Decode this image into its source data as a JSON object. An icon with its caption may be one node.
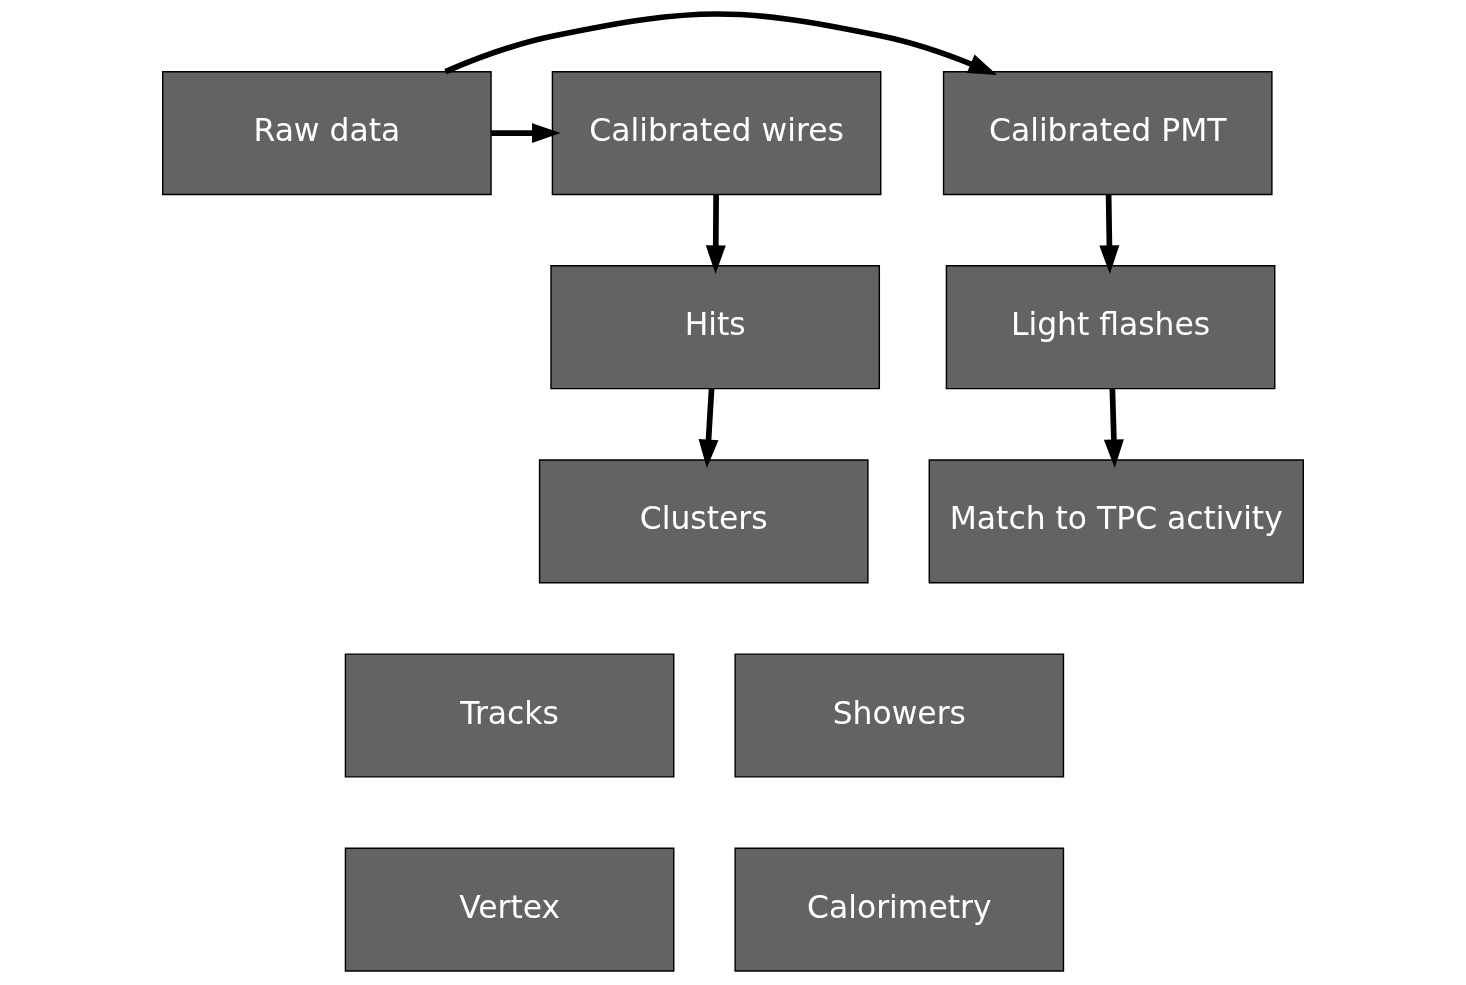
{
  "diagram": {
    "nodes": [
      {
        "text": [
          "Calibrated PMT"
        ]
      },
      {
        "text": [
          "Raw data"
        ]
      },
      {
        "text": [
          "Calibrated wires"
        ]
      },
      {
        "text": [
          "Light flashes"
        ]
      },
      {
        "text": [
          "Hits"
        ]
      },
      {
        "text": [
          "Clusters"
        ]
      },
      {
        "text": [
          "Tracks"
        ]
      },
      {
        "text": [
          "Showers"
        ]
      },
      {
        "text": [
          "Match to TPC activity"
        ]
      },
      {
        "text": [
          "Vertex"
        ]
      },
      {
        "text": [
          "Calorimetry"
        ]
      }
    ],
    "edges": [
      {
        "from": 1,
        "to": 0,
        "arrow": "to"
      },
      {
        "from": 1,
        "to": 2,
        "arrow": "to"
      },
      {
        "from": 0,
        "to": 3,
        "arrow": "to"
      },
      {
        "from": 2,
        "to": 4,
        "arrow": "to"
      },
      {
        "from": 4,
        "to": 5,
        "arrow": "to"
      },
      {
        "from": 3,
        "to": 8,
        "arrow": "to"
      }
    ]
  }
}
